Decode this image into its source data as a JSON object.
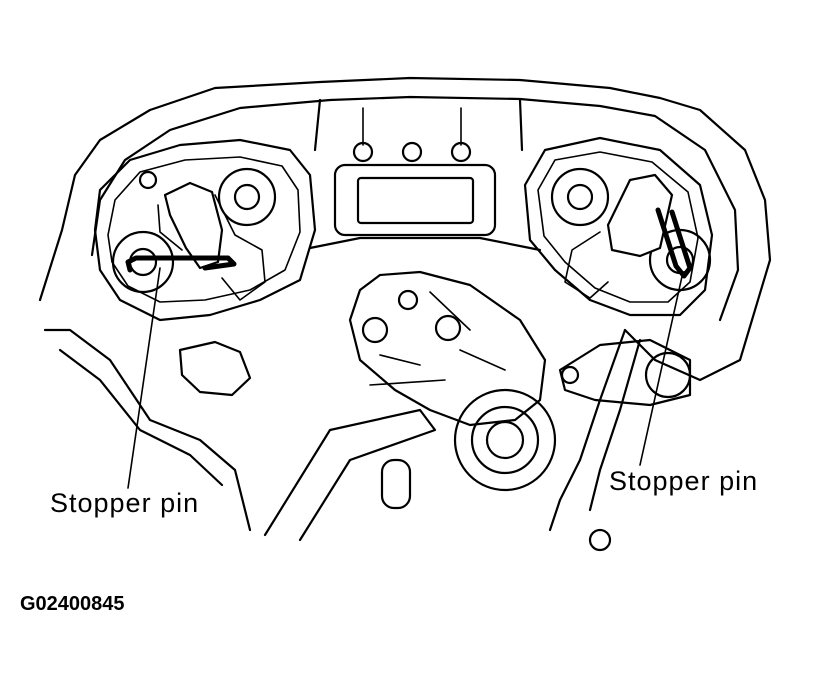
{
  "labels": {
    "left_callout": "Stopper pin",
    "right_callout": "Stopper pin"
  },
  "figure_id": "G02400845"
}
